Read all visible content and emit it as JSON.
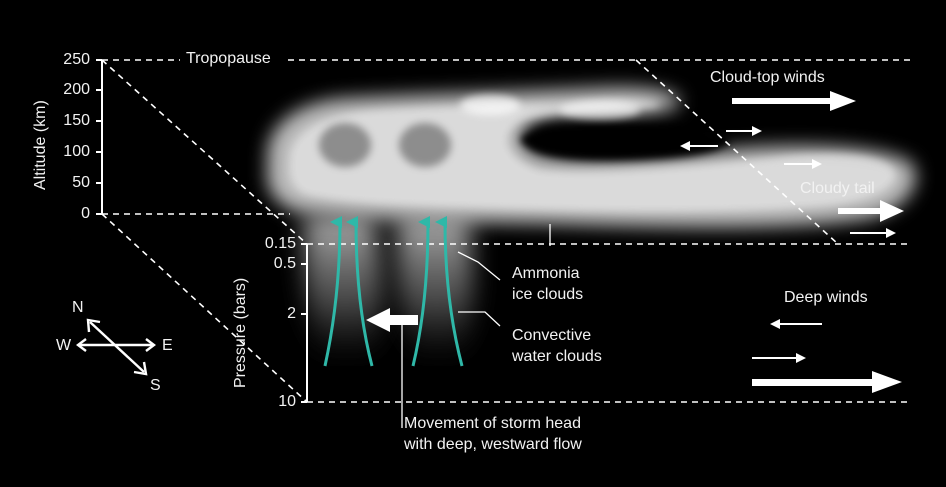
{
  "labels": {
    "tropopause": "Tropopause",
    "cloud_top_winds": "Cloud-top winds",
    "cloudy_tail": "Cloudy tail",
    "deep_winds": "Deep winds",
    "ammonia_line1": "Ammonia",
    "ammonia_line2": "ice clouds",
    "convective_line1": "Convective",
    "convective_line2": "water clouds",
    "movement_line1": "Movement of storm head",
    "movement_line2": "with deep, westward flow"
  },
  "axes": {
    "altitude_label": "Altitude (km)",
    "altitude_ticks": [
      "250",
      "200",
      "150",
      "100",
      "50",
      "0"
    ],
    "pressure_label": "Pressure (bars)",
    "pressure_ticks": [
      "0.15",
      "0.5",
      "2",
      "10"
    ]
  },
  "compass": {
    "n": "N",
    "s": "S",
    "e": "E",
    "w": "W"
  },
  "colors": {
    "updraft": "#2fb8a8",
    "arrow": "#ffffff",
    "background": "#000000"
  }
}
